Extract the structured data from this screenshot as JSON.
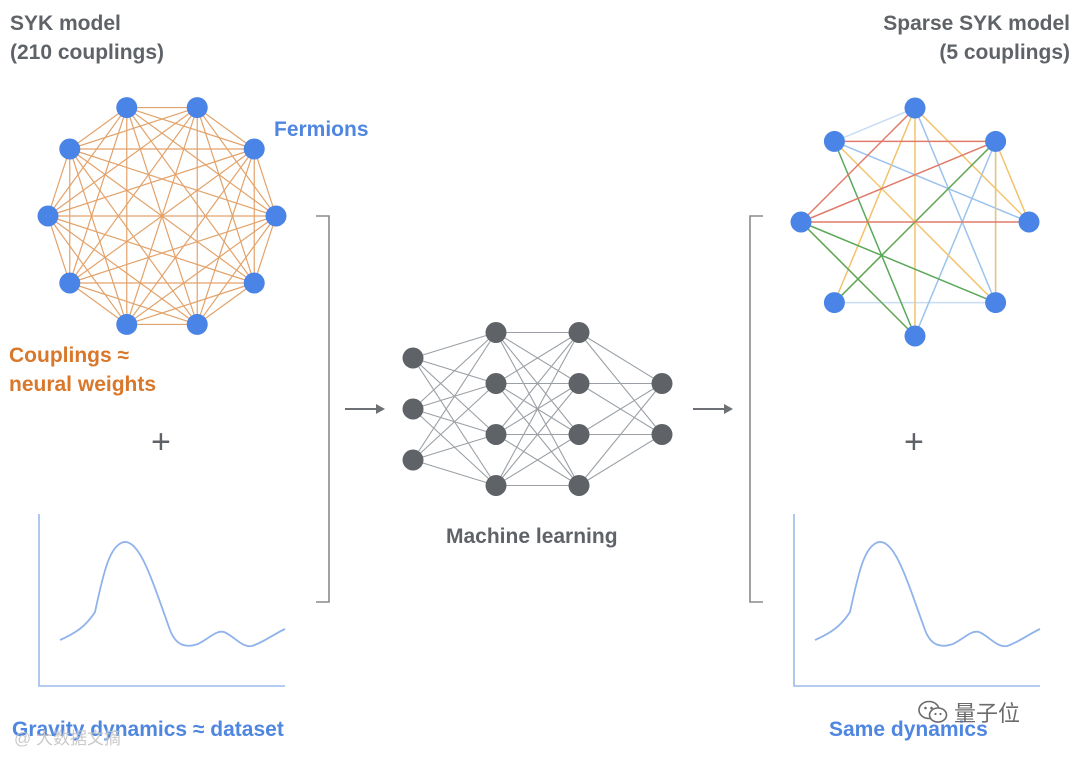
{
  "left_title": [
    "SYK model",
    "(210 couplings)"
  ],
  "right_title": [
    "Sparse SYK model",
    "(5 couplings)"
  ],
  "fermions_label": "Fermions",
  "couplings_label": [
    "Couplings ≈",
    "neural weights"
  ],
  "ml_label": "Machine learning",
  "gravity_label": "Gravity dynamics ≈ dataset",
  "same_label": "Same dynamics",
  "plus_symbol": "+",
  "watermark_left": "@ 大数据文摘",
  "watermark_right": "量子位",
  "colors": {
    "node_blue": "#4a84e6",
    "edge_orange": "#e3a26a",
    "net_node": "#5f6368",
    "net_edge": "#9aa0a6",
    "curve": "#8fb3ea",
    "bracket": "#8a8a8a",
    "sparse_edges": [
      "#e07b6a",
      "#5aa85a",
      "#f2c36b",
      "#9cc3ee",
      "#c9dcf5"
    ]
  },
  "full_graph": {
    "node_count": 10,
    "complete": true
  },
  "sparse_graph": {
    "node_count": 8,
    "edges": [
      [
        0,
        5,
        2
      ],
      [
        0,
        4,
        2
      ],
      [
        0,
        2,
        2
      ],
      [
        1,
        2,
        2
      ],
      [
        1,
        3,
        2
      ],
      [
        3,
        7,
        2
      ],
      [
        4,
        6,
        2
      ],
      [
        1,
        5,
        2
      ],
      [
        0,
        6,
        0
      ],
      [
        1,
        6,
        0
      ],
      [
        2,
        6,
        0
      ],
      [
        1,
        7,
        0
      ],
      [
        6,
        3,
        1
      ],
      [
        1,
        5,
        1
      ],
      [
        6,
        4,
        1
      ],
      [
        7,
        4,
        1
      ],
      [
        7,
        2,
        3
      ],
      [
        1,
        4,
        3
      ],
      [
        0,
        3,
        3
      ],
      [
        1,
        3,
        4
      ],
      [
        0,
        7,
        4
      ],
      [
        5,
        3,
        4
      ]
    ]
  },
  "network": {
    "layers": [
      3,
      4,
      4,
      2
    ]
  }
}
